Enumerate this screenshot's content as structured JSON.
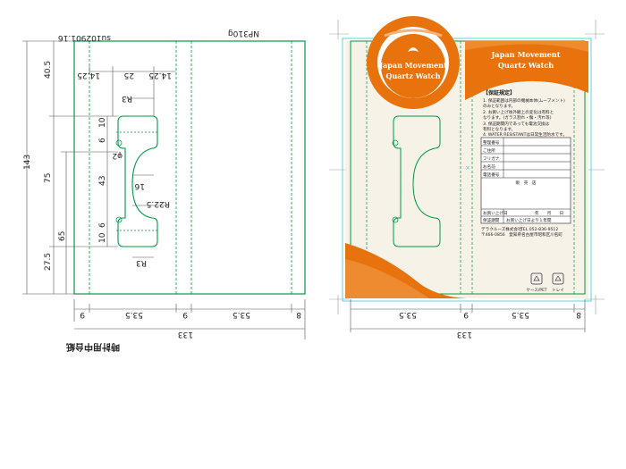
{
  "left_panel": {
    "code_top": "su102901.16",
    "model_top": "NP310g",
    "bottom_title": "時計用中台紙",
    "dims": {
      "d_40_5": "40.5",
      "d_143": "143",
      "d_75": "75",
      "d_65": "65",
      "d_27_5": "27.5",
      "d_14_25_a": "14.25",
      "d_25": "25",
      "d_14_25_b": "14.25",
      "d_r3_top": "R3",
      "d_10_top": "10",
      "d_6_top": "6",
      "d_phi2": "φ2",
      "d_43": "43",
      "d_16": "16",
      "d_r22_5": "R22.5",
      "d_6_bot": "6",
      "d_10_bot": "10",
      "d_r3_bot": "R3",
      "w_9a": "9",
      "w_53_5a": "53.5",
      "w_9b": "9",
      "w_53_5b": "53.5",
      "w_8": "8",
      "w_133": "133"
    }
  },
  "right_panel": {
    "badge_line1": "Japan Movement",
    "badge_line2": "Quartz Watch",
    "header_line1": "Japan Movement",
    "header_line2": "Quartz Watch",
    "warranty_title": "【保証規定】",
    "warranty_lines": [
      "1. 保証範囲は内部の機械本体(ムーブメント)",
      "   のみとなります。",
      "2. お買い上げ後外観上の変化は有料と",
      "   なります。(ガラス割れ・傷・汚れ等)",
      "3. 保証期間内であっても電池交換は",
      "   有料となります。",
      "4. WATER RESISTANTは日常生活防水です。"
    ],
    "form_rows": [
      "整理番号",
      "ご住所",
      "フリガナ",
      "お名前",
      "電話番号"
    ],
    "shop_label": "販　売　店",
    "date_label": "お買い上げ日",
    "date_fields": "年　　月　　日",
    "period_label": "保証期間",
    "period_value": "お買い上げ日より１年間",
    "company_name": "デラクルーズ株式会社",
    "company_tel": "TEL 052-836-9512",
    "company_addr": "〒466-0856　愛知県名古屋市昭和区川名町",
    "recycle_1": "ケース/PET",
    "recycle_2": "トレイ",
    "w_53_5a": "53.5",
    "w_9": "9",
    "w_53_5b": "53.5",
    "w_8": "8",
    "w_133": "133"
  },
  "colors": {
    "outline": "#009944",
    "cyan": "#33cccc",
    "orange": "#e8730c",
    "cream": "#f7f2e8"
  }
}
